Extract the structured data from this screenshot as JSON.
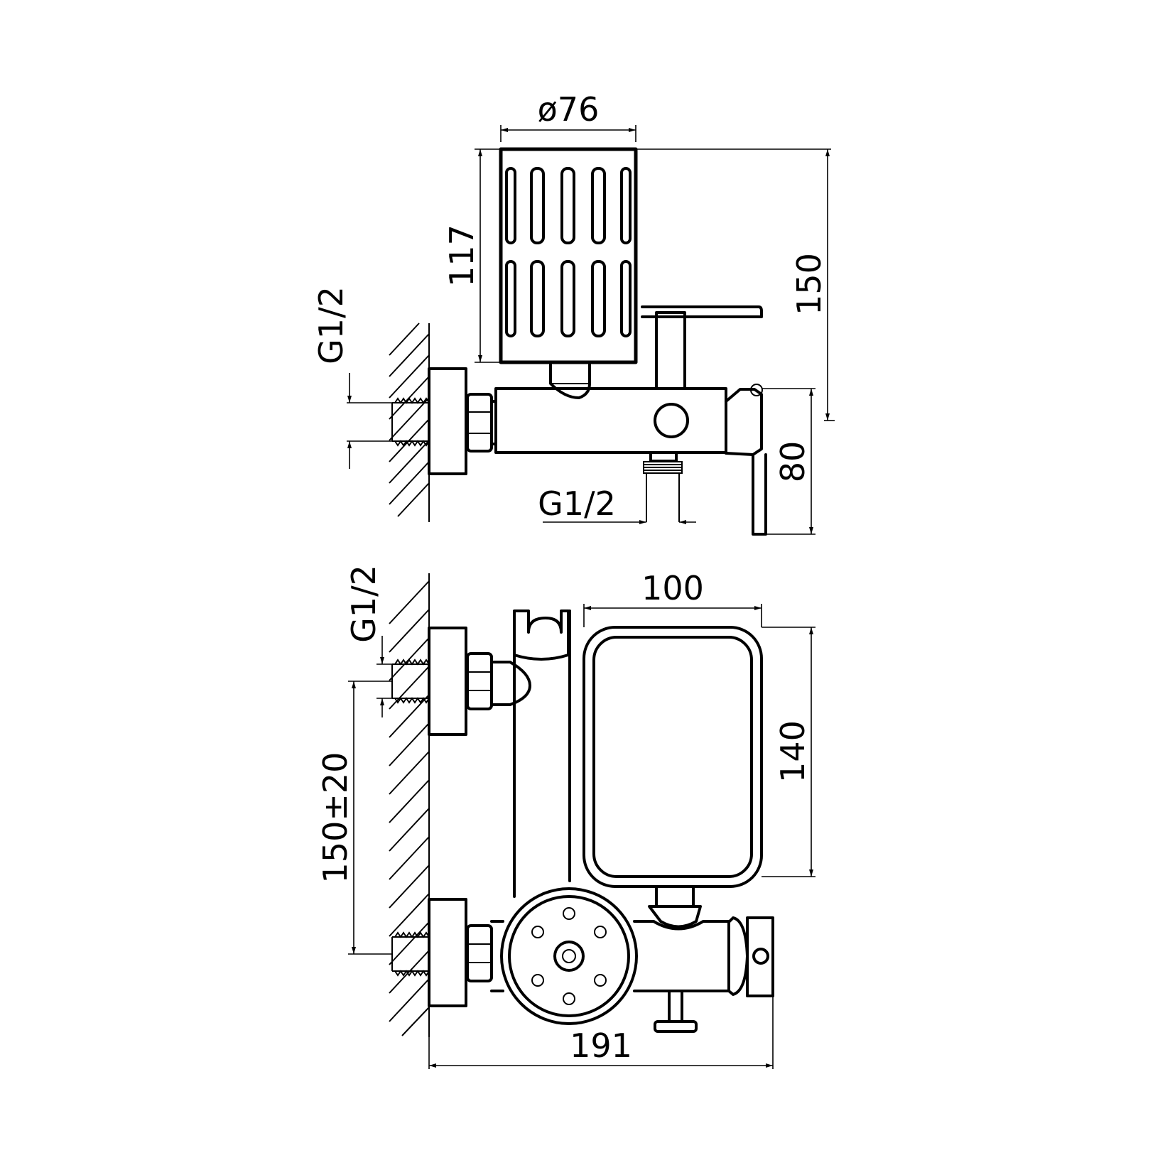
{
  "dimensions": {
    "diameter": "ø76",
    "height_117": "117",
    "height_150": "150",
    "thread_side": "G1/2",
    "thread_bottom": "G1/2",
    "height_80": "80",
    "width_100": "100",
    "height_140": "140",
    "thread_front": "G1/2",
    "spacing": "150±20",
    "width_191": "191"
  }
}
